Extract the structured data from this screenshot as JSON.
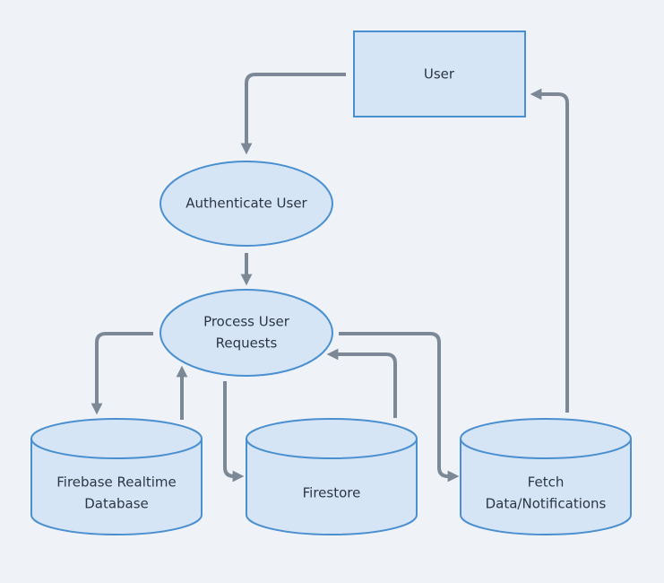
{
  "colors": {
    "background": "#eff3f8",
    "node_fill": "#d6e5f5",
    "node_stroke": "#4a8fd0",
    "edge": "#7d8896",
    "text": "#2c3643"
  },
  "nodes": {
    "user": {
      "label": "User",
      "shape": "rectangle"
    },
    "authenticate": {
      "label": "Authenticate User",
      "shape": "ellipse"
    },
    "process": {
      "line1": "Process User",
      "line2": "Requests",
      "shape": "ellipse"
    },
    "realtime_db": {
      "line1": "Firebase Realtime",
      "line2": "Database",
      "shape": "cylinder"
    },
    "firestore": {
      "label": "Firestore",
      "shape": "cylinder"
    },
    "fetch": {
      "line1": "Fetch",
      "line2": "Data/Notifications",
      "shape": "cylinder"
    }
  },
  "edges": [
    {
      "from": "User",
      "to": "Authenticate User"
    },
    {
      "from": "Authenticate User",
      "to": "Process User Requests"
    },
    {
      "from": "Process User Requests",
      "to": "Firebase Realtime Database"
    },
    {
      "from": "Firebase Realtime Database",
      "to": "Process User Requests"
    },
    {
      "from": "Process User Requests",
      "to": "Firestore"
    },
    {
      "from": "Firestore",
      "to": "Process User Requests"
    },
    {
      "from": "Process User Requests",
      "to": "Fetch Data/Notifications"
    },
    {
      "from": "Fetch Data/Notifications",
      "to": "User"
    }
  ]
}
